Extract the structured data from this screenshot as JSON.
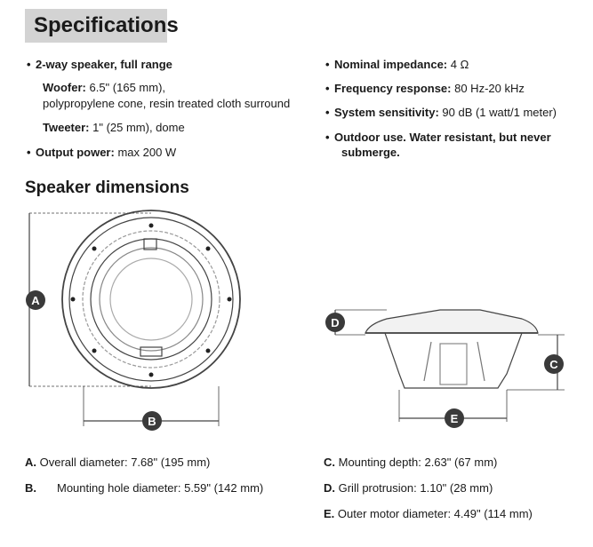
{
  "header": {
    "title": "Specifications"
  },
  "specs_left": [
    {
      "bold": "2-way speaker, full range",
      "text": ""
    },
    {
      "bold": "Output power:",
      "text": " max 200 W"
    }
  ],
  "woofer": {
    "label": "Woofer:",
    "line1": " 6.5\" (165 mm),",
    "line2": "polypropylene cone, resin treated cloth surround"
  },
  "tweeter": {
    "label": "Tweeter:",
    "text": " 1\" (25 mm), dome"
  },
  "specs_right": [
    {
      "bold": "Nominal impedance:",
      "text": " 4 Ω"
    },
    {
      "bold": "Frequency response:",
      "text": " 80 Hz-20 kHz"
    },
    {
      "bold": "System sensitivity:",
      "text": " 90 dB (1 watt/1 meter)"
    },
    {
      "bold": "Outdoor use. Water resistant, but never",
      "text": ""
    }
  ],
  "specs_right_cont": "submerge.",
  "section": {
    "title": "Speaker dimensions"
  },
  "markers": {
    "a": "A",
    "b": "B",
    "c": "C",
    "d": "D",
    "e": "E"
  },
  "dimensions": [
    {
      "key": "A.",
      "text": " Overall diameter: 7.68\" (195 mm)"
    },
    {
      "key": "B.",
      "text": "Mounting hole diameter: 5.59\" (142 mm)"
    },
    {
      "key": "C.",
      "text": " Mounting depth: 2.63\" (67 mm)"
    },
    {
      "key": "D.",
      "text": " Grill protrusion: 1.10\" (28 mm)"
    },
    {
      "key": "E.",
      "text": " Outer motor diameter: 4.49\" (114 mm)"
    }
  ],
  "colors": {
    "title_bg": "#d3d3d3",
    "marker": "#3a3a3a",
    "line": "#444444"
  }
}
